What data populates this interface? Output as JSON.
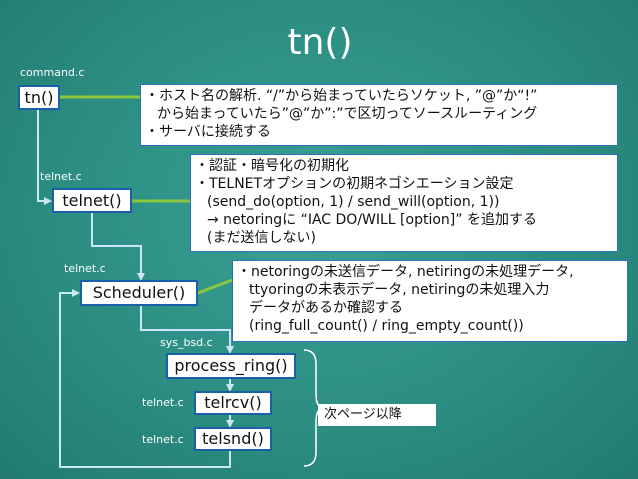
{
  "slide": {
    "title": "tn()"
  },
  "functions": [
    {
      "file": "command.c",
      "name": "tn()"
    },
    {
      "file": "telnet.c",
      "name": "telnet()"
    },
    {
      "file": "telnet.c",
      "name": "Scheduler()"
    },
    {
      "file": "sys_bsd.c",
      "name": "process_ring()"
    },
    {
      "file": "telnet.c",
      "name": "telrcv()"
    },
    {
      "file": "telnet.c",
      "name": "telsnd()"
    }
  ],
  "notes": {
    "tn": [
      "・ホスト名の解析.  “/”から始まっていたらソケット,  ”@”か“!”",
      "から始まっていたら”@”か”:”で区切ってソースルーティング",
      "・サーバに接続する"
    ],
    "telnet": [
      "・認証・暗号化の初期化",
      "・TELNETオプションの初期ネゴシエーション設定",
      "(send_do(option, 1) / send_will(option, 1))",
      "→ netoringに “IAC DO/WILL [option]” を追加する",
      "(まだ送信しない)"
    ],
    "scheduler": [
      "・netoringの未送信データ,  netiringの未処理データ,",
      "ttyoringの未表示データ,  netiringの未処理入力",
      "データがあるか確認する",
      "(ring_full_count() / ring_empty_count())"
    ],
    "next_page": "次ページ以降"
  },
  "colors": {
    "background": "#2c8e82",
    "connector": "#8dc63f",
    "box_border": "#1a5fa8",
    "arrow": "#c9e7f6"
  }
}
